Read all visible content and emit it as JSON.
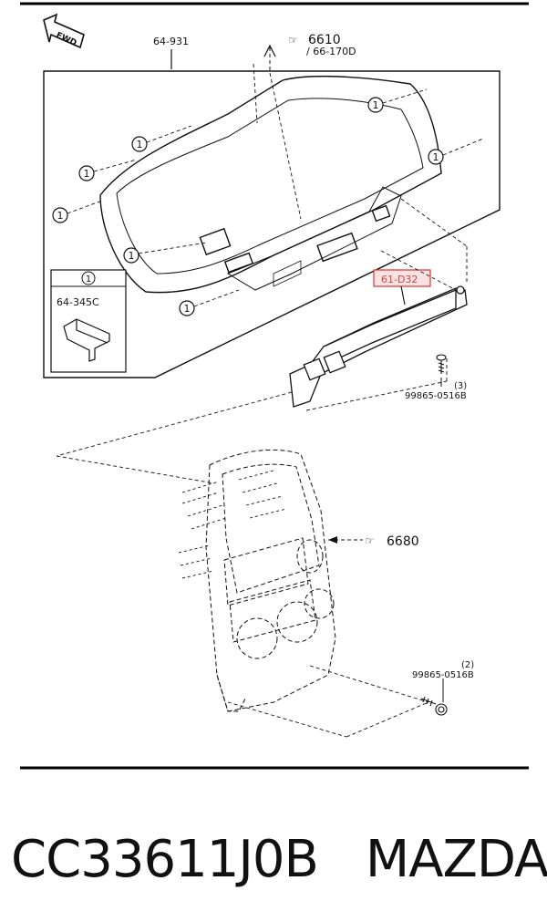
{
  "diagram": {
    "top_part_number": "64-931",
    "ref_6610": "6610",
    "ref_66_170d": "/ 66-170D",
    "fwd_label": "FWD",
    "callout_marker": "1",
    "inset_part_number": "64-345C",
    "highlighted_part_number": "61-D32",
    "screw_qty_3": "(3)",
    "screw_part_3": "99865-0516B",
    "ref_6680": "6680",
    "screw_qty_2": "(2)",
    "screw_part_2": "99865-0516B",
    "highlight_color": "#e03030"
  },
  "footer": {
    "part_number": "CC33611J0B",
    "brand": "MAZDA"
  }
}
